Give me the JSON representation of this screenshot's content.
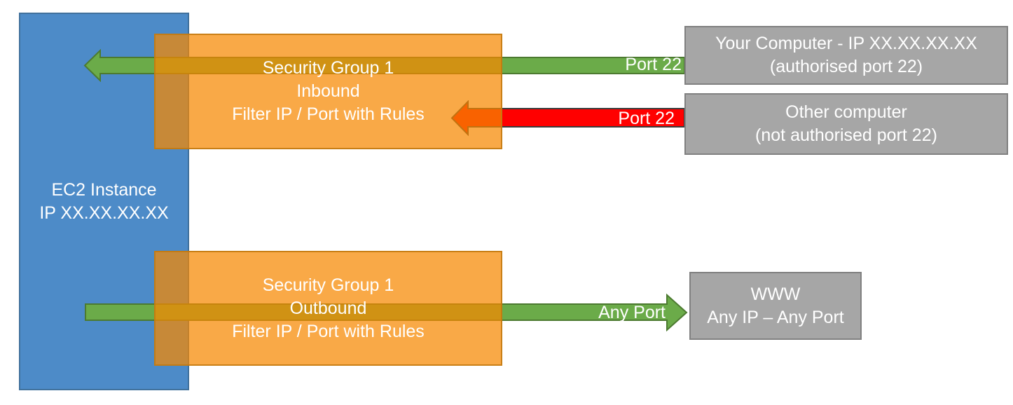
{
  "colors": {
    "ec2_blue": "#4D8BC8",
    "ec2_blue_border": "#41719C",
    "sg_orange": "rgba(246,136,0,0.72)",
    "sg_orange_border": "rgba(194,121,16,0.88)",
    "allowed_green": "#6BAB49",
    "allowed_green_border": "#4C7A30",
    "blocked_red": "#FF0000",
    "blocked_red_border": "#3B3B3B",
    "endpoint_gray": "#A6A6A6",
    "endpoint_gray_border": "#808080",
    "text_white": "#FFFFFF"
  },
  "ec2_instance": {
    "line1": "EC2 Instance",
    "line2": "IP XX.XX.XX.XX"
  },
  "sg_inbound": {
    "line1": "Security Group 1",
    "line2": "Inbound",
    "line3": "Filter IP / Port with Rules"
  },
  "sg_outbound": {
    "line1": "Security Group 1",
    "line2": "Outbound",
    "line3": "Filter IP / Port with Rules"
  },
  "your_computer": {
    "line1": "Your Computer - IP XX.XX.XX.XX",
    "line2": "(authorised port 22)"
  },
  "other_computer": {
    "line1": "Other computer",
    "line2": "(not authorised port 22)"
  },
  "www": {
    "line1": "WWW",
    "line2": "Any IP – Any Port"
  },
  "arrow_labels": {
    "inbound_allowed": "Port 22",
    "inbound_blocked": "Port 22",
    "outbound": "Any Port"
  }
}
